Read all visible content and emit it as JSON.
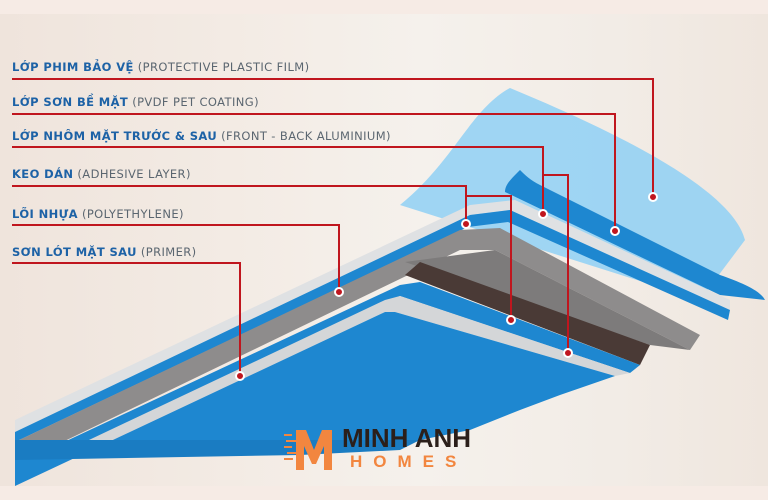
{
  "layers": [
    {
      "vn": "LỚP PHIM BẢO VỆ",
      "en": "(PROTECTIVE PLASTIC FILM)"
    },
    {
      "vn": "LỚP SƠN BỀ MẶT",
      "en": "(PVDF PET COATING)"
    },
    {
      "vn": "LỚP NHÔM MẶT TRƯỚC & SAU",
      "en": "(FRONT - BACK ALUMINIUM)"
    },
    {
      "vn": "KEO DÁN",
      "en": "(ADHESIVE LAYER)"
    },
    {
      "vn": "LÕI NHỰA",
      "en": "(POLYETHYLENE)"
    },
    {
      "vn": "SƠN LÓT MẶT SAU",
      "en": "(PRIMER)"
    }
  ],
  "logo": {
    "title": "MINH ANH",
    "subtitle": "HOMES"
  },
  "colors": {
    "label_vn": "#1d62a6",
    "label_en": "#5b6670",
    "leader_line": "#c0161e",
    "film": "#8fd0f5",
    "blue_layer": "#1e87d0",
    "aluminium": "#d9dbdd",
    "core": "#8e8c8c",
    "adhesive": "#4a3a36",
    "logo_orange": "#f2863f",
    "logo_dark": "#2b1f1a"
  }
}
